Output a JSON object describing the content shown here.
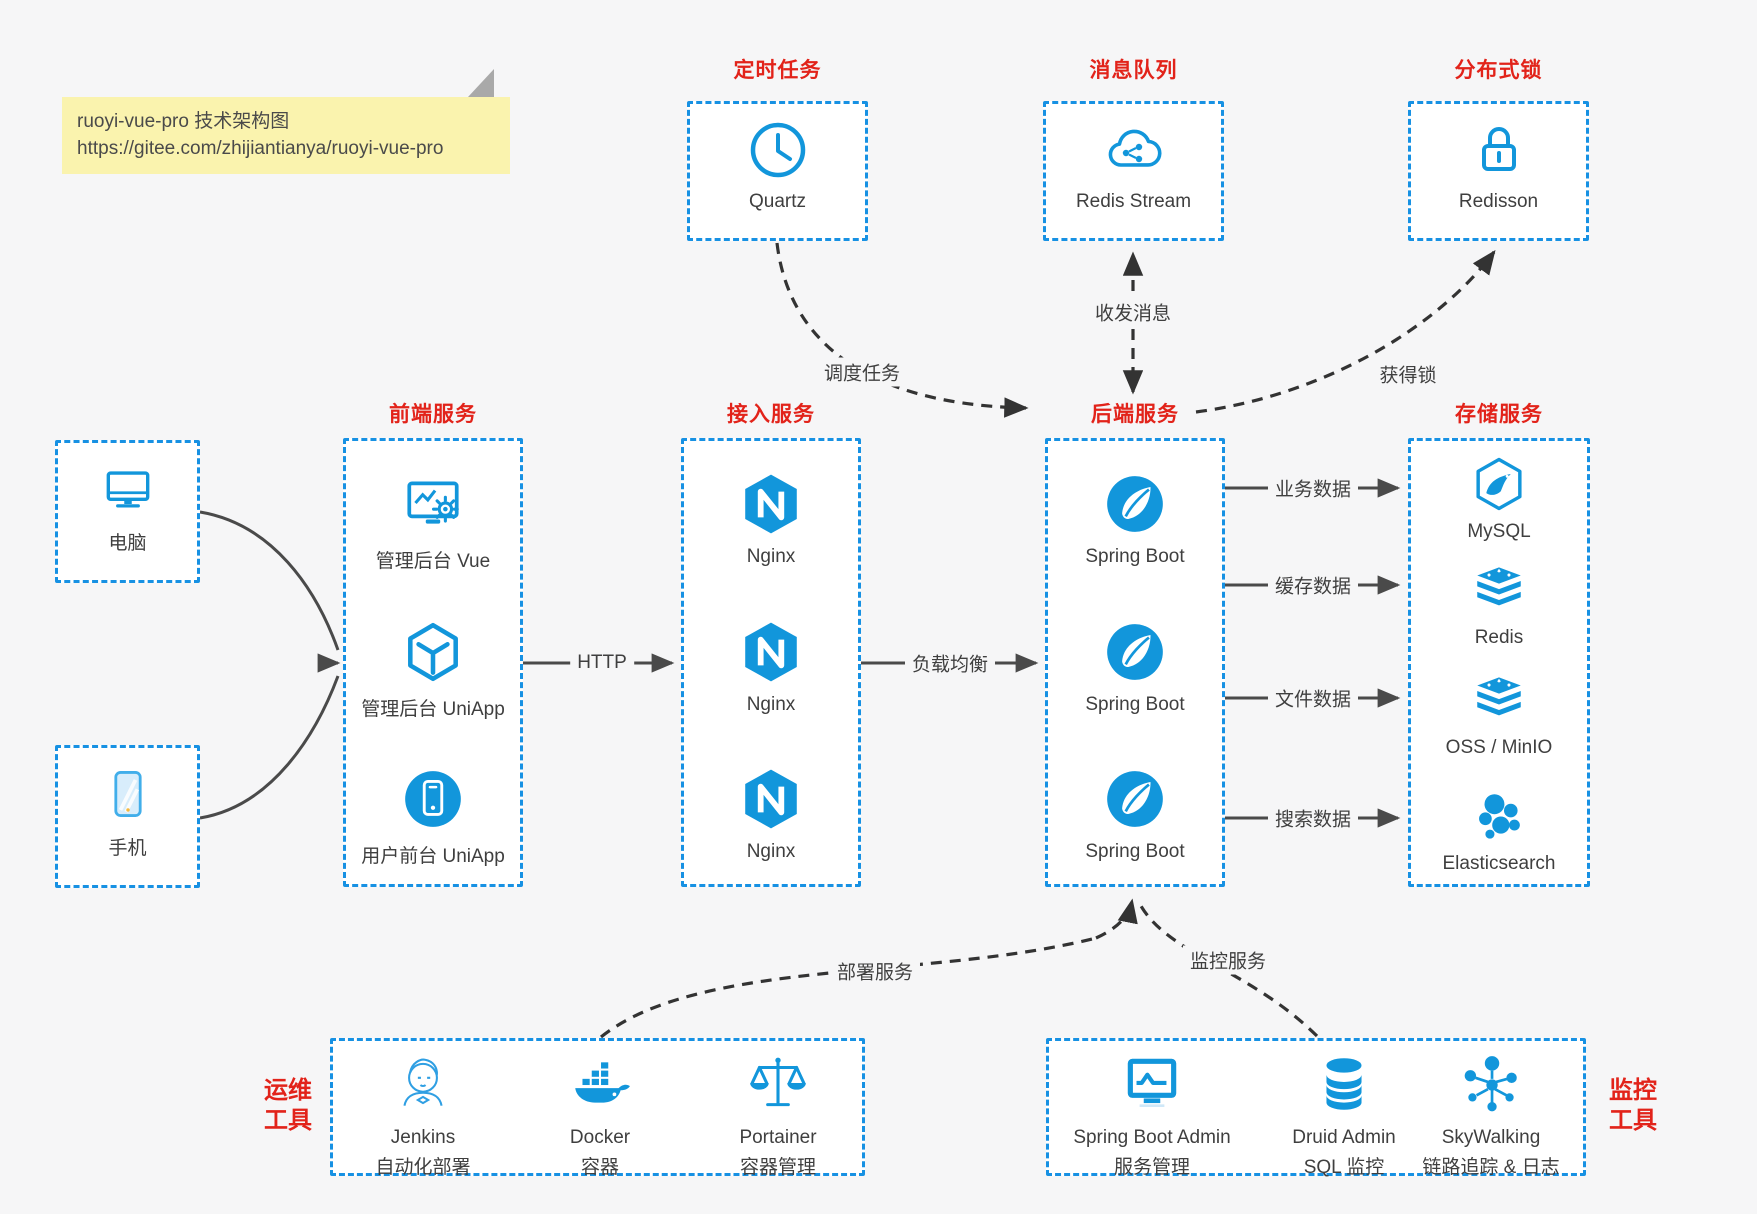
{
  "note": {
    "title": "ruoyi-vue-pro 技术架构图",
    "url": "https://gitee.com/zhijiantianya/ruoyi-vue-pro"
  },
  "top_groups": [
    {
      "title": "定时任务",
      "item": {
        "icon": "clock-icon",
        "label": "Quartz"
      }
    },
    {
      "title": "消息队列",
      "item": {
        "icon": "cloud-mq-icon",
        "label": "Redis Stream"
      }
    },
    {
      "title": "分布式锁",
      "item": {
        "icon": "lock-icon",
        "label": "Redisson"
      }
    }
  ],
  "clients": [
    {
      "icon": "desktop-icon",
      "label": "电脑"
    },
    {
      "icon": "mobile-icon",
      "label": "手机"
    }
  ],
  "columns": [
    {
      "title": "前端服务",
      "items": [
        {
          "icon": "admin-vue-icon",
          "label": "管理后台 Vue"
        },
        {
          "icon": "uniapp-cube-icon",
          "label": "管理后台 UniApp"
        },
        {
          "icon": "user-app-icon",
          "label": "用户前台 UniApp"
        }
      ]
    },
    {
      "title": "接入服务",
      "items": [
        {
          "icon": "nginx-icon",
          "label": "Nginx"
        },
        {
          "icon": "nginx-icon",
          "label": "Nginx"
        },
        {
          "icon": "nginx-icon",
          "label": "Nginx"
        }
      ]
    },
    {
      "title": "后端服务",
      "items": [
        {
          "icon": "spring-icon",
          "label": "Spring Boot"
        },
        {
          "icon": "spring-icon",
          "label": "Spring Boot"
        },
        {
          "icon": "spring-icon",
          "label": "Spring Boot"
        }
      ]
    },
    {
      "title": "存储服务",
      "items": [
        {
          "icon": "mysql-icon",
          "label": "MySQL"
        },
        {
          "icon": "redis-icon",
          "label": "Redis"
        },
        {
          "icon": "oss-icon",
          "label": "OSS / MinIO"
        },
        {
          "icon": "elasticsearch-icon",
          "label": "Elasticsearch"
        }
      ]
    }
  ],
  "bottom_groups": [
    {
      "side_label": [
        "运维",
        "工具"
      ],
      "items": [
        {
          "icon": "jenkins-icon",
          "name": "Jenkins",
          "sub": "自动化部署"
        },
        {
          "icon": "docker-icon",
          "name": "Docker",
          "sub": "容器"
        },
        {
          "icon": "portainer-icon",
          "name": "Portainer",
          "sub": "容器管理"
        }
      ]
    },
    {
      "side_label": [
        "监控",
        "工具"
      ],
      "items": [
        {
          "icon": "spring-boot-admin-icon",
          "name": "Spring Boot Admin",
          "sub": "服务管理"
        },
        {
          "icon": "druid-icon",
          "name": "Druid Admin",
          "sub": "SQL 监控"
        },
        {
          "icon": "skywalking-icon",
          "name": "SkyWalking",
          "sub": "链路追踪 & 日志"
        }
      ]
    }
  ],
  "edges": {
    "http": "HTTP",
    "load_balance": "负载均衡",
    "biz_data": "业务数据",
    "cache_data": "缓存数据",
    "file_data": "文件数据",
    "search_data": "搜索数据",
    "schedule_task": "调度任务",
    "send_receive_msg": "收发消息",
    "acquire_lock": "获得锁",
    "deploy_service": "部署服务",
    "monitor_service": "监控服务"
  },
  "colors": {
    "accent_blue": "#1296db",
    "box_border_blue": "#1791e3",
    "title_red": "#e2231a",
    "text": "#3f3f3f",
    "solid_arrow": "#4a4a4a",
    "dashed_arrow": "#333333",
    "note_bg": "#faf3ae",
    "canvas_bg": "#f6f6f7"
  }
}
